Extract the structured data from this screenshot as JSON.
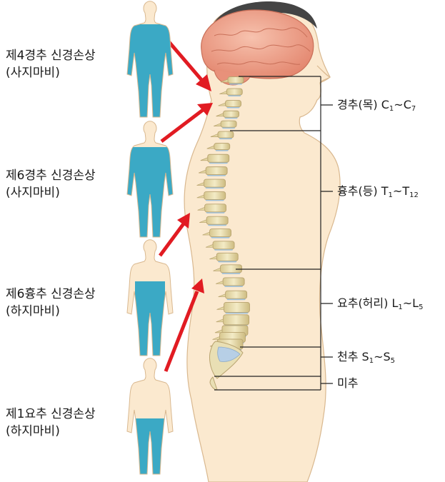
{
  "colors": {
    "paralysis": "#3ba9c5",
    "skin": "#fbe9cf",
    "skin_outline": "#d9b88f",
    "arrow": "#e11b22",
    "brain": "#f0a48c",
    "hair": "#444444",
    "bone": "#e8dcb0",
    "disc": "#9fc3e0",
    "line": "#222222"
  },
  "figures": [
    {
      "line1": "제4경추 신경손상",
      "line2": "(사지마비)",
      "paralysis_from": "neck"
    },
    {
      "line1": "제6경추 신경손상",
      "line2": "(사지마비)",
      "paralysis_from": "chest"
    },
    {
      "line1": "제6흉추 신경손상",
      "line2": "(하지마비)",
      "paralysis_from": "lower-chest"
    },
    {
      "line1": "제1요추 신경손상",
      "line2": "(하지마비)",
      "paralysis_from": "hips"
    }
  ],
  "regions": [
    {
      "name": "경추(목)",
      "range_start": "C",
      "start_sub": "1",
      "tilde": "~",
      "range_end": "C",
      "end_sub": "7"
    },
    {
      "name": "흉추(등)",
      "range_start": "T",
      "start_sub": "1",
      "tilde": "~",
      "range_end": "T",
      "end_sub": "12"
    },
    {
      "name": "요추(허리)",
      "range_start": "L",
      "start_sub": "1",
      "tilde": "~",
      "range_end": "L",
      "end_sub": "5"
    },
    {
      "name": "천추",
      "range_start": "S",
      "start_sub": "1",
      "tilde": "~",
      "range_end": "S",
      "end_sub": "5"
    },
    {
      "name": "미추",
      "range_start": "",
      "start_sub": "",
      "tilde": "",
      "range_end": "",
      "end_sub": ""
    }
  ]
}
